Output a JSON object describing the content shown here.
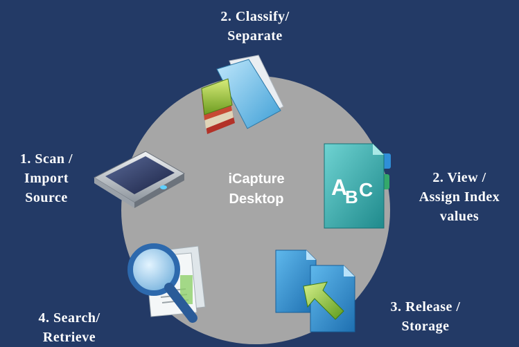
{
  "center": {
    "line1": "iCapture",
    "line2": "Desktop"
  },
  "steps": [
    {
      "lines": [
        "1. Scan /",
        "Import",
        "Source"
      ],
      "icon": "scanner-icon"
    },
    {
      "lines": [
        "2. Classify/",
        "Separate"
      ],
      "icon": "folder-books-icon"
    },
    {
      "lines": [
        "2. View /",
        "Assign Index",
        "values"
      ],
      "icon": "abc-document-icon"
    },
    {
      "lines": [
        "3. Release /",
        "Storage"
      ],
      "icon": "release-arrow-icon"
    },
    {
      "lines": [
        "4. Search/",
        "Retrieve"
      ],
      "icon": "magnifier-documents-icon"
    }
  ],
  "icon_text": {
    "abc_a": "A",
    "abc_b": "B",
    "abc_c": "C"
  },
  "colors": {
    "background": "#233a66",
    "circle": "#a6a6a6",
    "text": "#ffffff"
  }
}
